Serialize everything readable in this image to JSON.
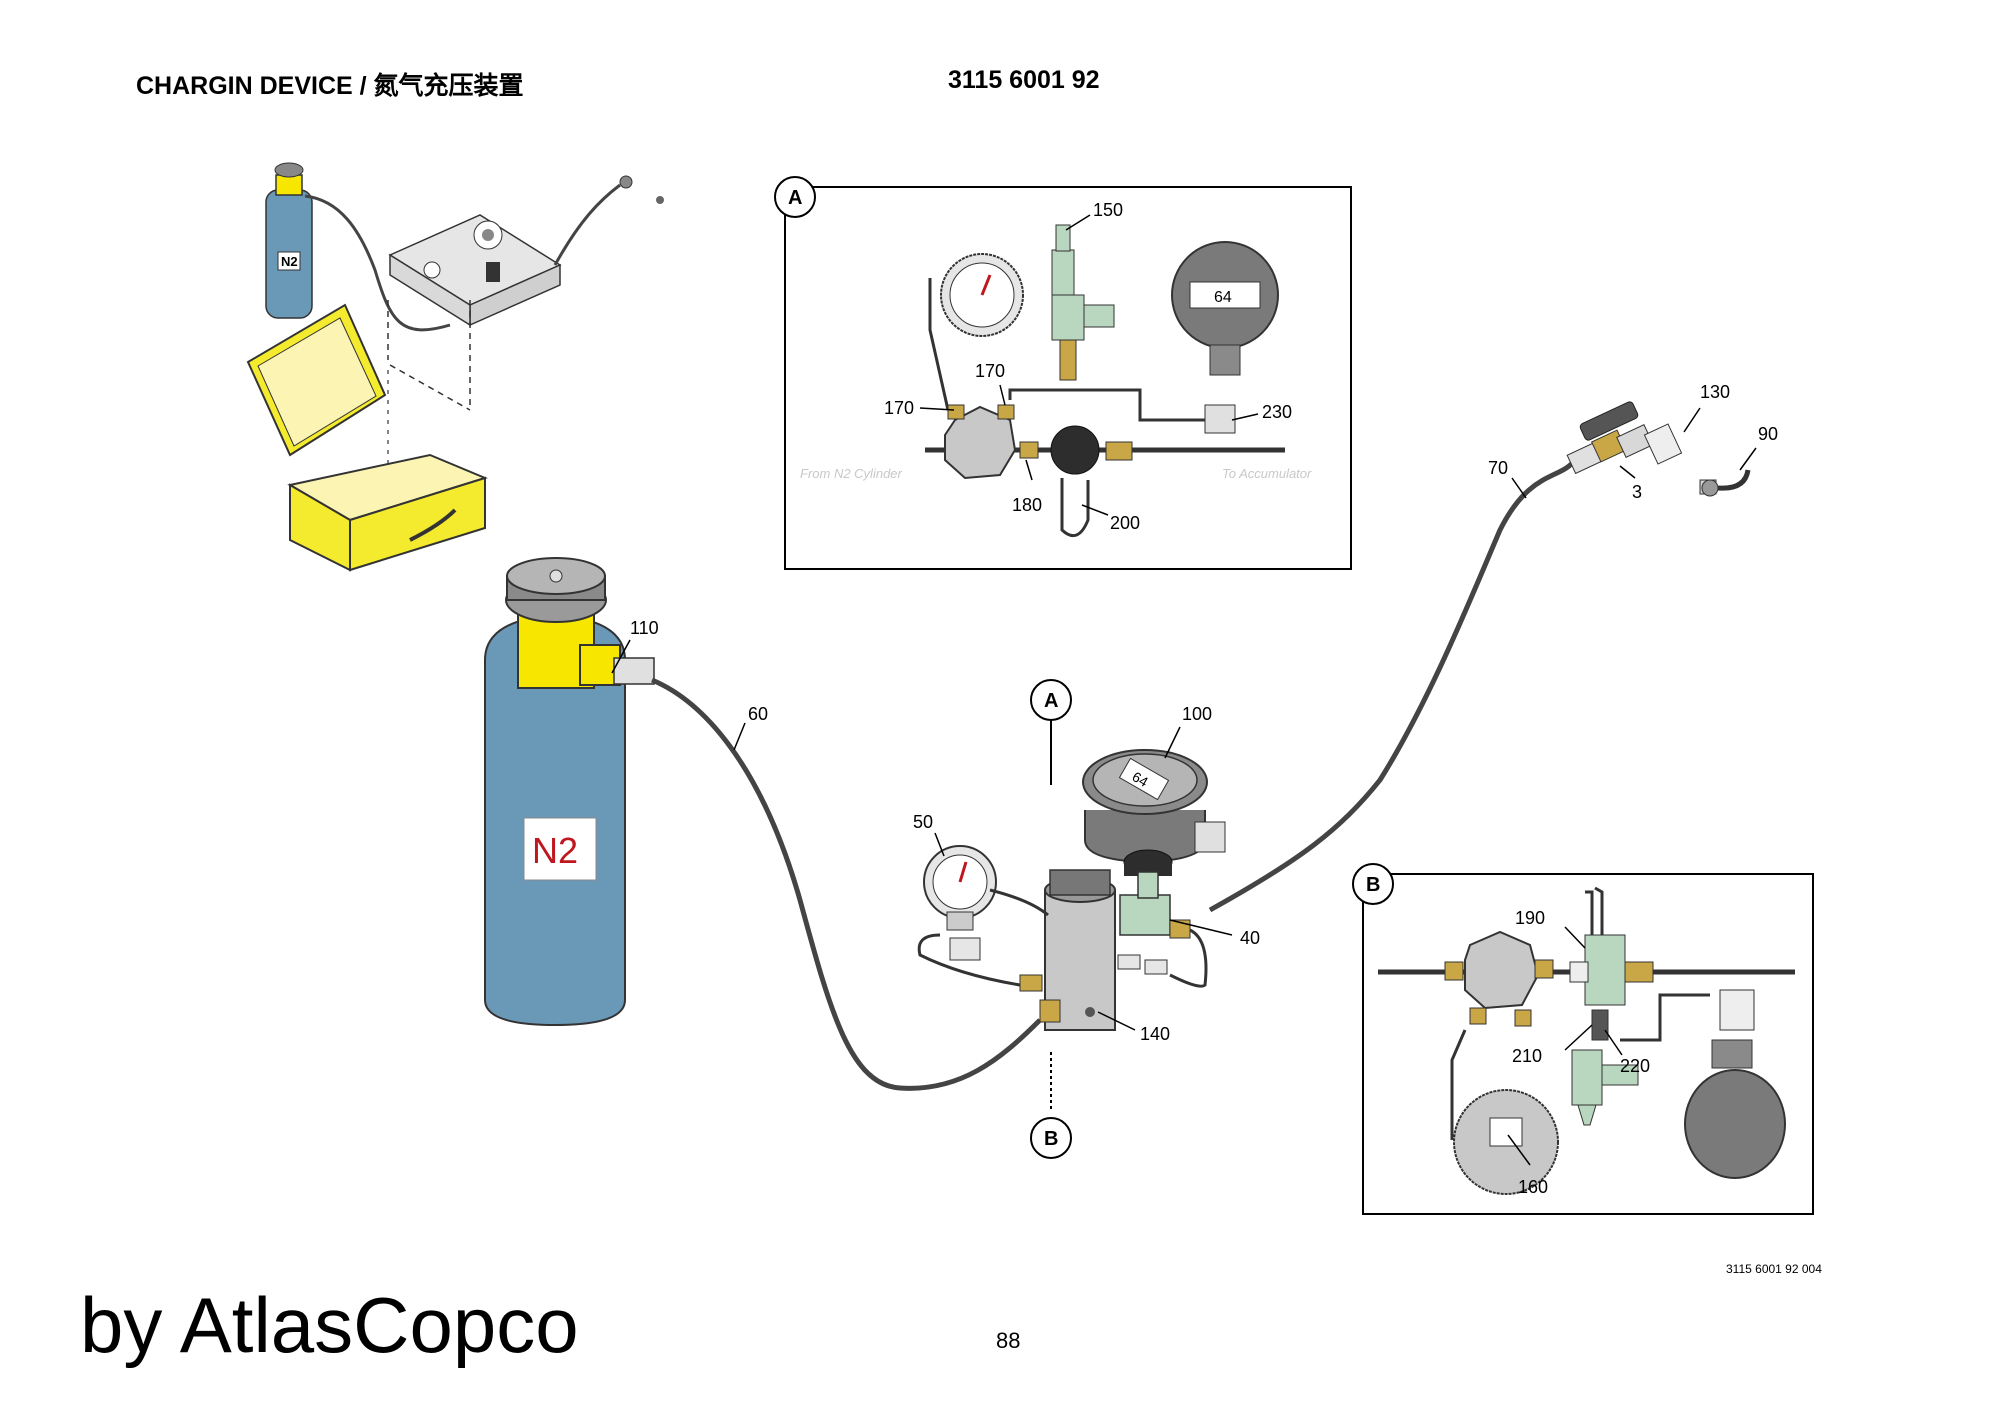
{
  "header": {
    "title": "CHARGIN DEVICE / 氮气充压装置",
    "part_number": "3115 6001 92"
  },
  "cylinder_label": "N2",
  "callouts": [
    "110",
    "60",
    "100",
    "50",
    "40",
    "140",
    "70",
    "130",
    "90",
    "3"
  ],
  "detail_a": {
    "letter": "A",
    "callouts": [
      "150",
      "170",
      "170",
      "180",
      "200",
      "230"
    ],
    "gauge_readout": "64",
    "note_left": "From N2 Cylinder",
    "note_right": "To Accumulator"
  },
  "detail_b": {
    "letter": "B",
    "callouts": [
      "190",
      "210",
      "220",
      "160"
    ]
  },
  "section_markers": [
    "A",
    "B"
  ],
  "digital_gauge_readout": "64",
  "drawing_ref": "3115 6001 92 004",
  "footer": {
    "brand": "by AtlasCopco",
    "page": "88"
  },
  "colors": {
    "cylinder": "#6a98b7",
    "cylinder_valve": "#f7e600",
    "case": "#f4ea2e",
    "fitting_green": "#b9d6bf",
    "brass": "#c9a646",
    "gauge_dark": "#7a7a7a"
  }
}
